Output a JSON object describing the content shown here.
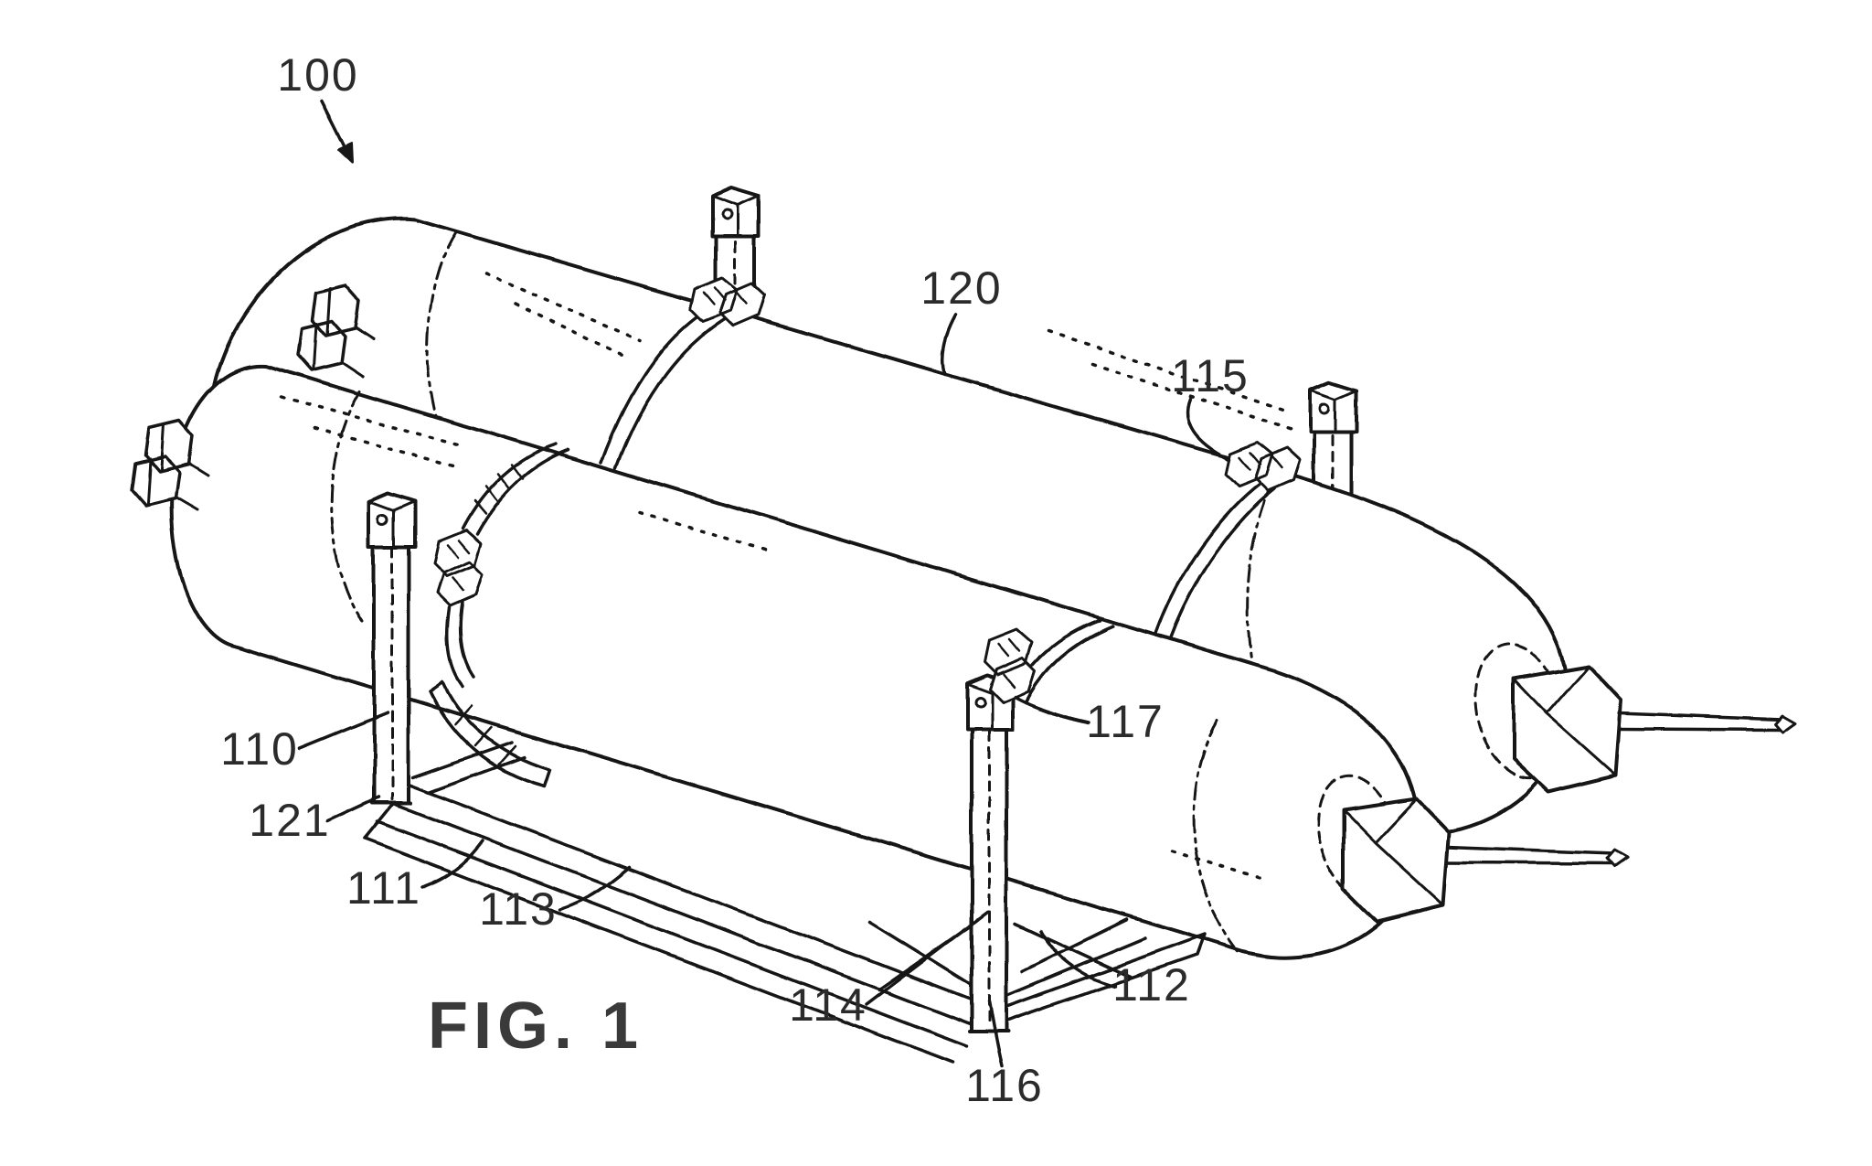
{
  "figure": {
    "caption": "FIG. 1",
    "colors": {
      "background": "#ffffff",
      "line": "#161616",
      "text": "#2b2b2b"
    },
    "labels": {
      "r100": "100",
      "r110": "110",
      "r111": "111",
      "r112": "112",
      "r113": "113",
      "r114": "114",
      "r115": "115",
      "r116": "116",
      "r117": "117",
      "r120": "120",
      "r121": "121"
    }
  }
}
